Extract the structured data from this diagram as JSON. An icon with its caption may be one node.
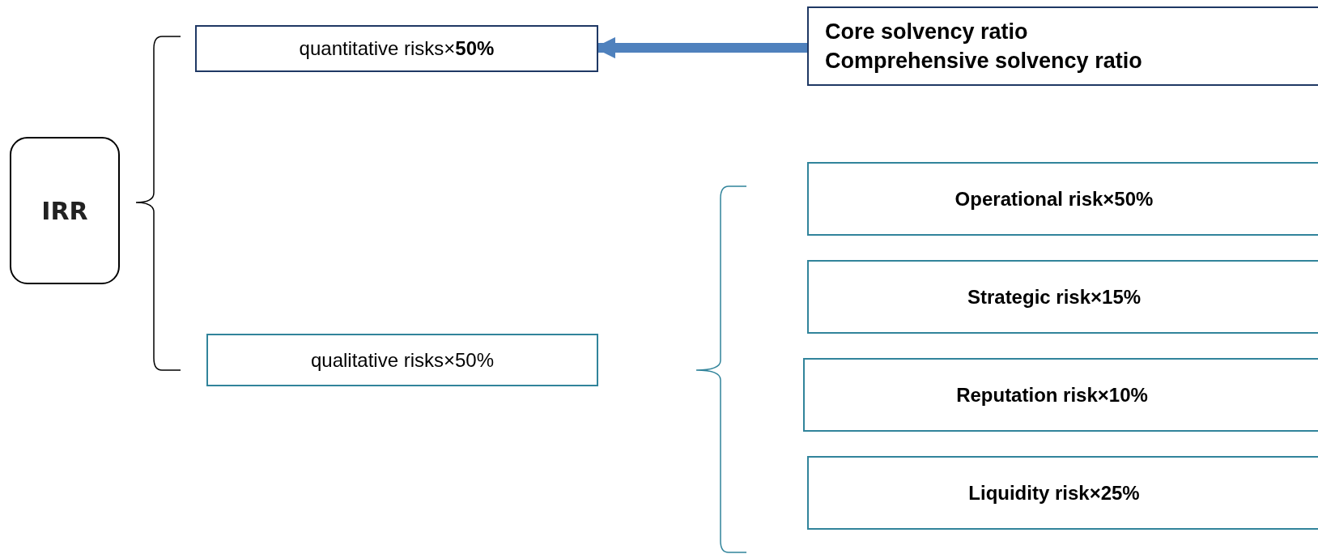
{
  "diagram": {
    "nodes": [
      {
        "text": [
          "IRR"
        ]
      },
      {
        "text": [
          "quantitative risks×**50%**"
        ]
      },
      {
        "text": [
          "qualitative risks×50%"
        ]
      },
      {
        "text": [
          "Core solvency ratio",
          "Comprehensive solvency ratio"
        ]
      },
      {
        "text": [
          "Operational risk×50%"
        ]
      },
      {
        "text": [
          "Strategic risk×15%"
        ]
      },
      {
        "text": [
          "Reputation risk×10%"
        ]
      },
      {
        "text": [
          "Liquidity risk×25%"
        ]
      }
    ],
    "edges": [
      {
        "from": 3,
        "to": 1,
        "arrow": "to"
      }
    ]
  }
}
